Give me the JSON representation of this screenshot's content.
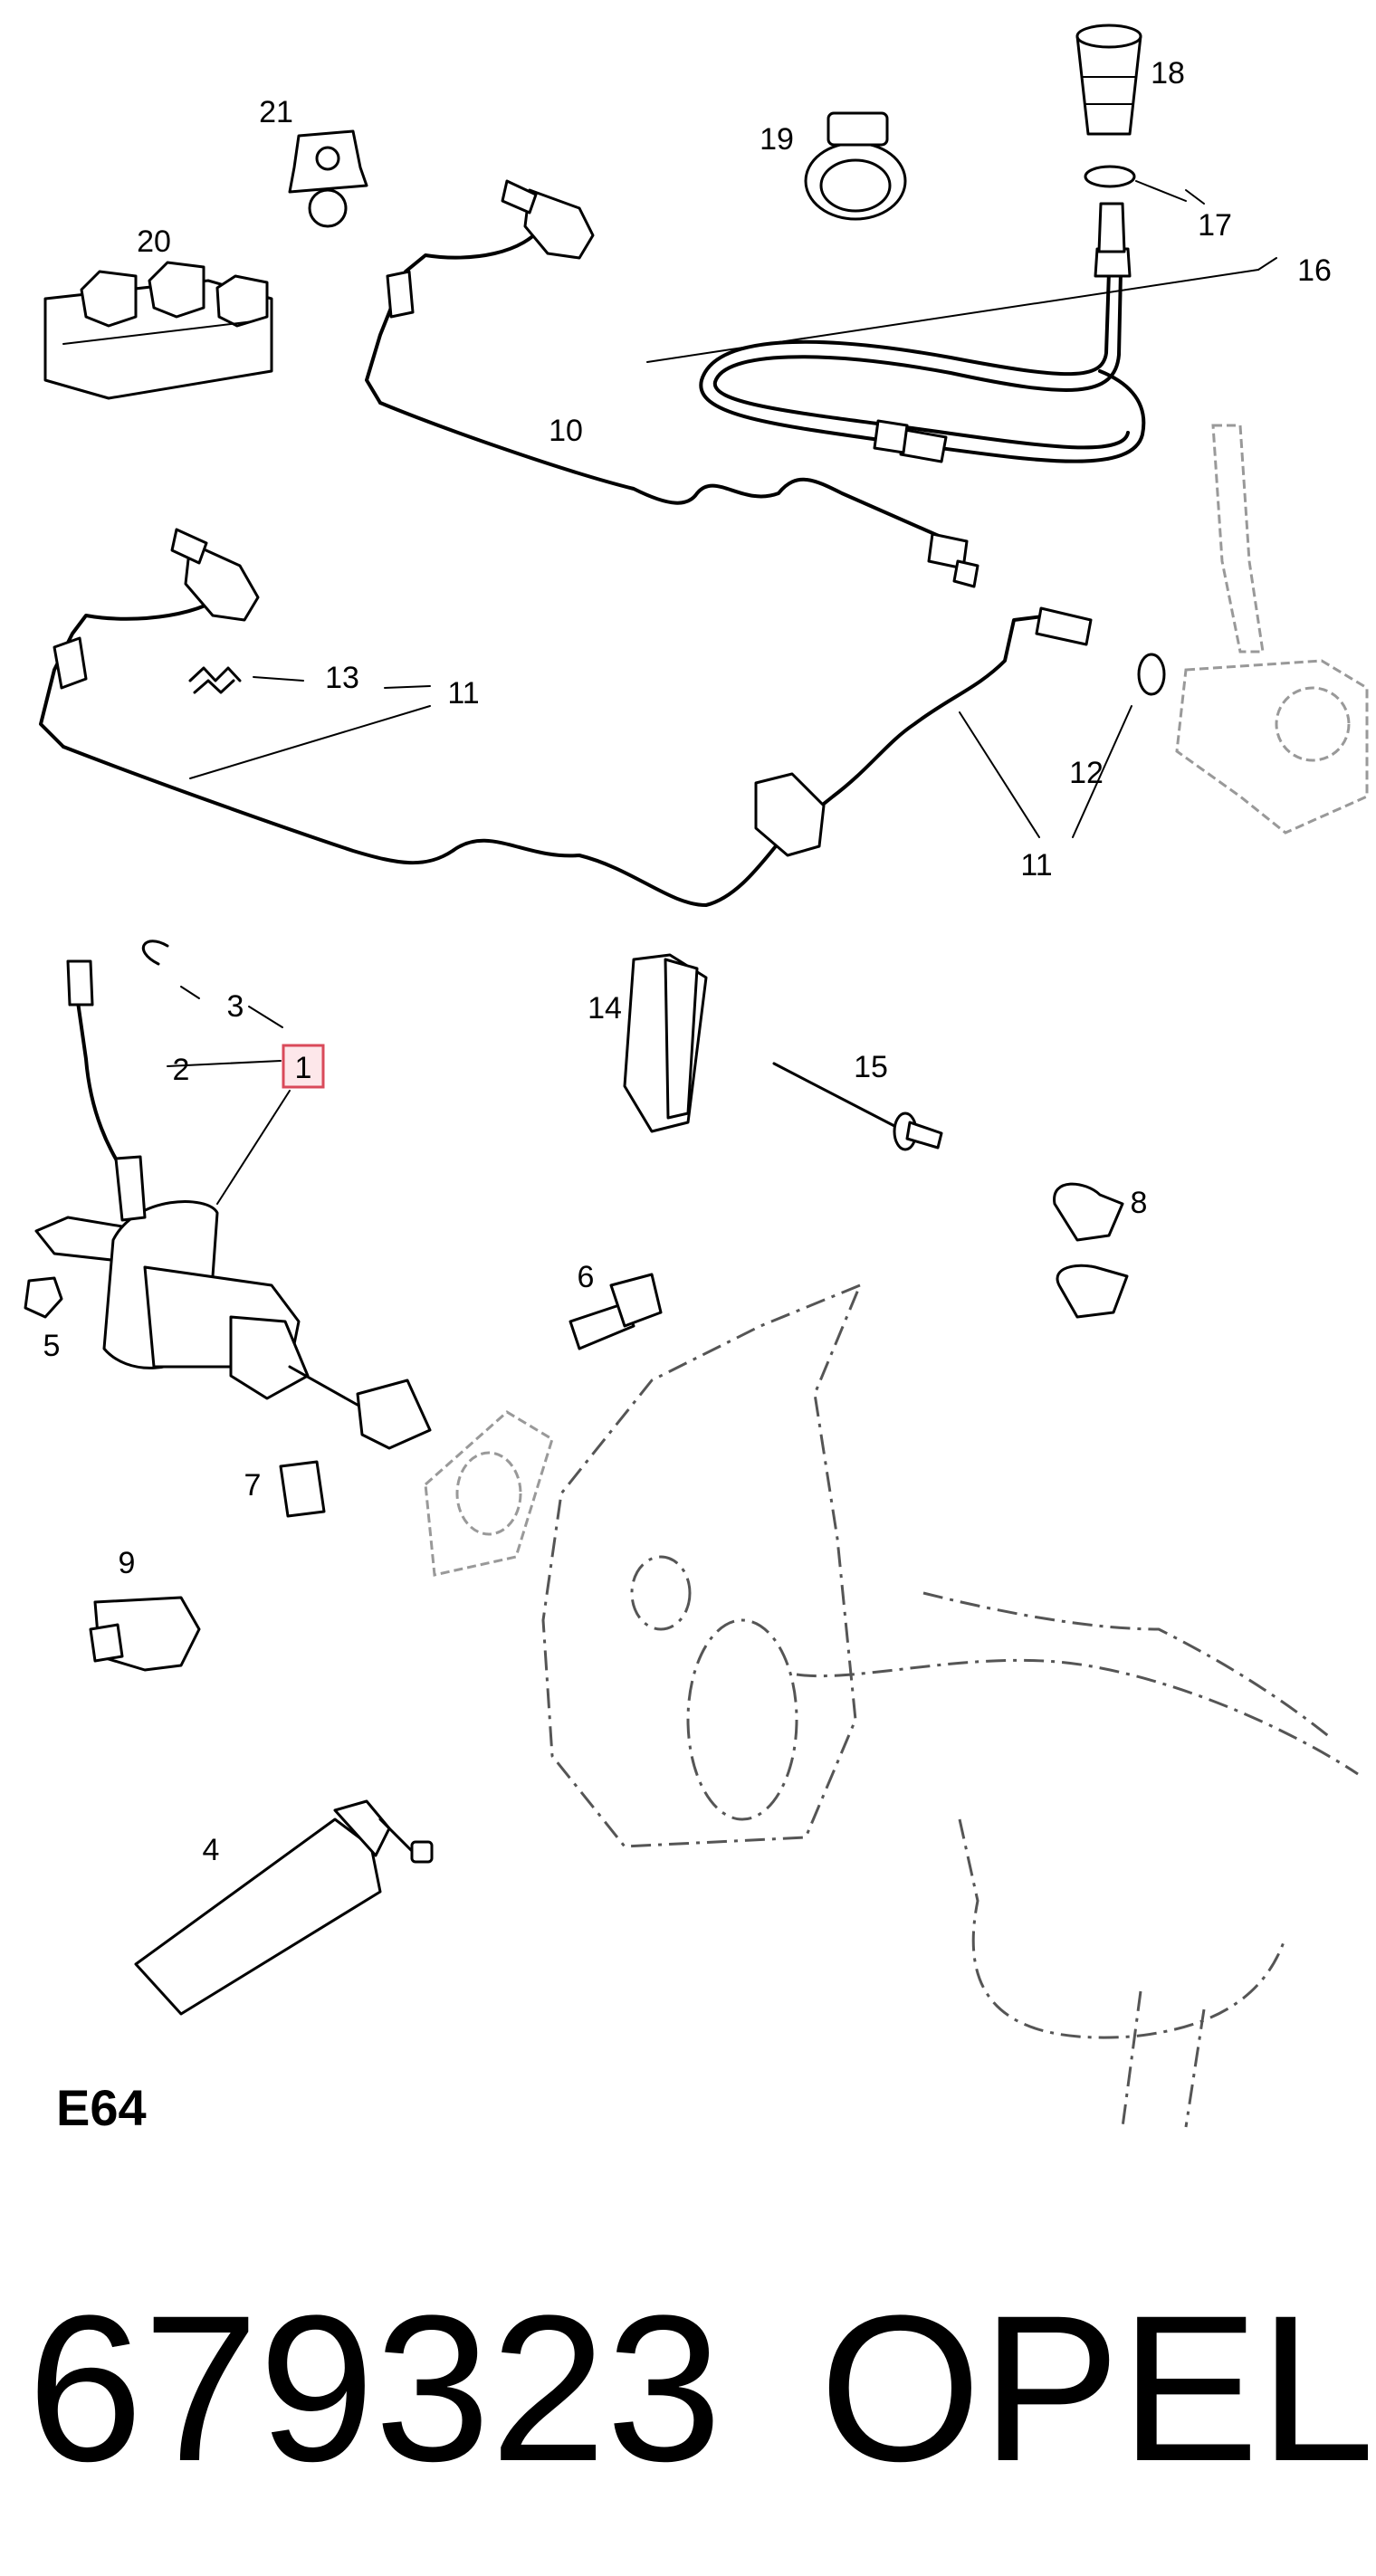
{
  "diagram": {
    "section_code": "E64",
    "part_number": "679323",
    "brand": "OPEL",
    "highlighted_callout": "1",
    "highlight_color": "#d94a5a",
    "callouts": {
      "c1": "1",
      "c2": "2",
      "c3": "3",
      "c4": "4",
      "c5": "5",
      "c6": "6",
      "c7": "7",
      "c8": "8",
      "c9": "9",
      "c10": "10",
      "c11a": "11",
      "c11b": "11",
      "c12": "12",
      "c13": "13",
      "c14": "14",
      "c15": "15",
      "c16": "16",
      "c17": "17",
      "c18": "18",
      "c19": "19",
      "c20": "20",
      "c21": "21"
    }
  }
}
